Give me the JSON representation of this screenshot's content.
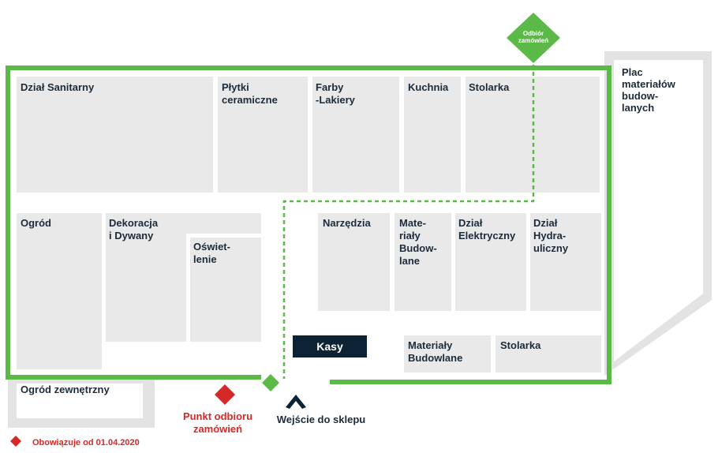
{
  "colors": {
    "store_outline": "#5bb947",
    "dept_fill": "#e9e9e9",
    "outdoor_fill": "#e3e3e3",
    "text": "#1c2b3a",
    "kasy_fill": "#0d2233",
    "accent_red": "#d62828",
    "diamond_green": "#5bb947"
  },
  "map": {
    "departments": {
      "sanitary": [
        "Dział Sanitarny"
      ],
      "tiles": [
        "Płytki",
        "ceramiczne"
      ],
      "paints": [
        "Farby",
        "-Lakiery"
      ],
      "kitchen": [
        "Kuchnia"
      ],
      "joinery_top": [
        "Stolarka"
      ],
      "garden": [
        "Ogród"
      ],
      "decor": [
        "Dekoracja",
        "i Dywany"
      ],
      "lighting": [
        "Oświet-",
        "lenie"
      ],
      "tools": [
        "Narzędzia"
      ],
      "building_materials_mid": [
        "Mate-",
        "riały",
        "Budow-",
        "lane"
      ],
      "electrical": [
        "Dział",
        "Elektryczny"
      ],
      "plumbing": [
        "Dział",
        "Hydra-",
        "uliczny"
      ],
      "building_materials_bottom": [
        "Materiały",
        "Budowlane"
      ],
      "joinery_bottom": [
        "Stolarka"
      ],
      "outdoor_garden": [
        "Ogród zewnętrzny"
      ],
      "building_yard": [
        "Plac",
        "materiałów",
        "budow-",
        "lanych"
      ]
    },
    "checkout": "Kasy",
    "order_pickup_point": [
      "Odbiór",
      "zamówień"
    ],
    "entrance": "Wejście do sklepu",
    "pickup_point_label": [
      "Punkt odbioru",
      "zamówień"
    ],
    "legend": "Obowiązuje od 01.04.2020",
    "icons": {
      "entrance": "chevron-up-icon",
      "pickup_point": "red-diamond-icon",
      "order_pickup": "green-diamond-icon",
      "legend": "red-diamond-icon"
    }
  }
}
